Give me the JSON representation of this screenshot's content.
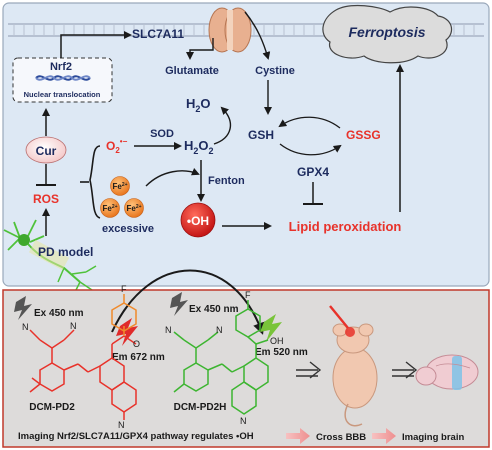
{
  "top_panel": {
    "slc7a11": "SLC7A11",
    "ferroptosis": "Ferroptosis",
    "nrf2": "Nrf2",
    "nuclear_translocation": "Nuclear translocation",
    "glutamate": "Glutamate",
    "cystine": "Cystine",
    "h2o": "H",
    "h2o_sub": "2",
    "h2o_end": "O",
    "cur": "Cur",
    "sod": "SOD",
    "o2": "O",
    "o2_sub": "2",
    "o2_sup": "•−",
    "h2o2_h": "H",
    "h2o2_sub1": "2",
    "h2o2_o": "O",
    "h2o2_sub2": "2",
    "gsh": "GSH",
    "gssg": "GSSG",
    "ros": "ROS",
    "fe_label": "Fe",
    "fe_charge": "2+",
    "fenton": "Fenton",
    "gpx4": "GPX4",
    "excessive": "excessive",
    "oh": "•OH",
    "lipid_peroxidation": "Lipid peroxidation",
    "pd_model": "PD model"
  },
  "bottom_panel": {
    "ex1": "Ex 450 nm",
    "em1": "Em 672 nm",
    "ex2": "Ex 450 nm",
    "em2": "Em 520 nm",
    "probe1": "DCM-PD2",
    "probe2": "DCM-PD2H",
    "footer": "Imaging Nrf2/SLC7A11/GPX4 pathway regulates •OH",
    "cross_bbb": "Cross BBB",
    "imaging_brain": "Imaging brain"
  },
  "colors": {
    "top_bg": "#dde8f4",
    "bottom_bg": "#dddbda",
    "red": "#e8322a",
    "navy": "#1d2b5e",
    "green": "#3db531",
    "orange": "#f08a2b",
    "pink_arrow": "#f2a6a6"
  }
}
